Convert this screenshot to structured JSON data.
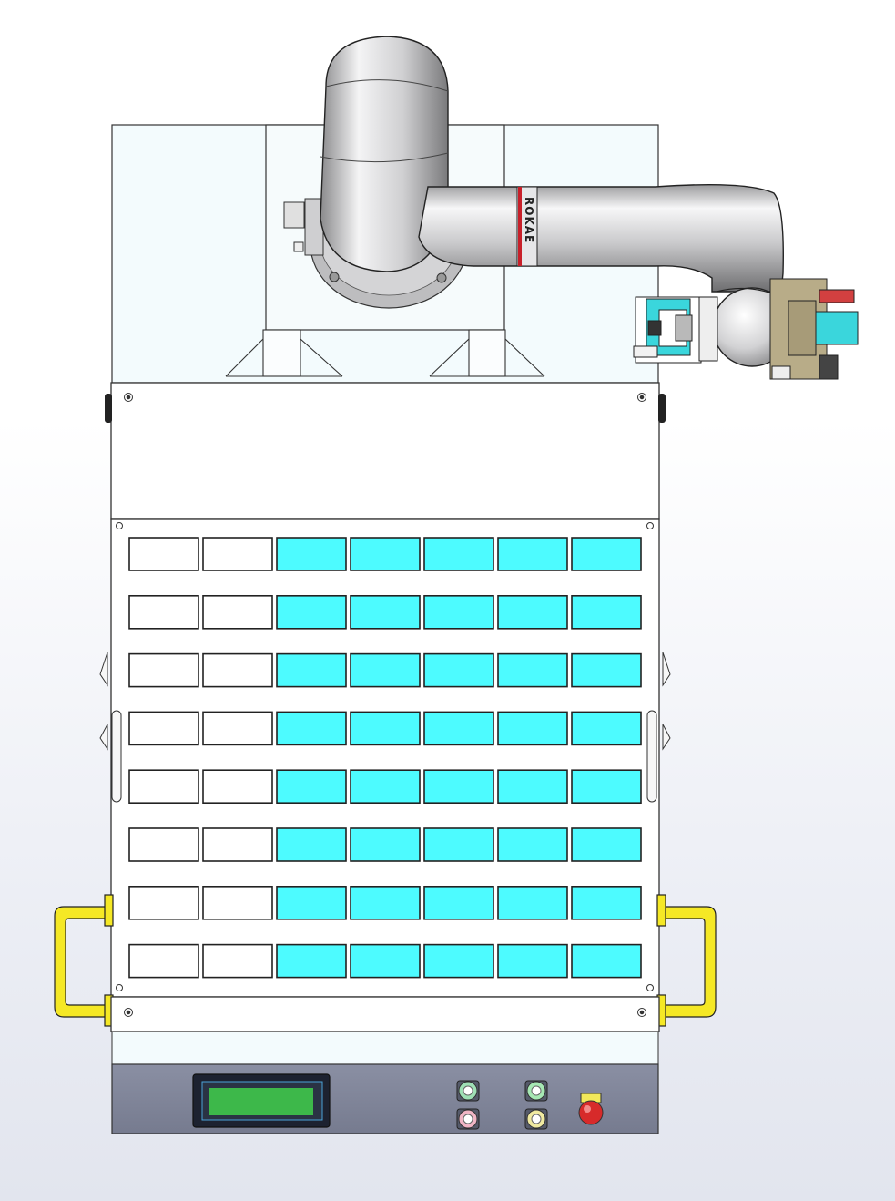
{
  "robot": {
    "brand_logo": "ROKAE",
    "body_color": "#d8d8da",
    "stripe_color": "#c8202a"
  },
  "grid": {
    "rows": 8,
    "white_columns": 2,
    "cyan_columns": 5,
    "cyan_color": "#4dfbff",
    "white_color": "#ffffff"
  },
  "colors": {
    "frame": "#f3fbfd",
    "panel": "#ffffff",
    "control_panel": "#7c8196",
    "handle": "#f5e825",
    "display_screen": "#3db84a",
    "gripper_cyan": "#3ad6dc",
    "gripper_tan": "#b8ac88"
  },
  "control_panel": {
    "indicator_lights": [
      {
        "name": "green-light-1",
        "color": "#9fe0b5"
      },
      {
        "name": "pink-light",
        "color": "#f0b5c5"
      },
      {
        "name": "green-light-2",
        "color": "#a6e8b3"
      },
      {
        "name": "yellow-light",
        "color": "#f0eaa0"
      }
    ],
    "emergency_stop_color": "#d72a2a"
  }
}
